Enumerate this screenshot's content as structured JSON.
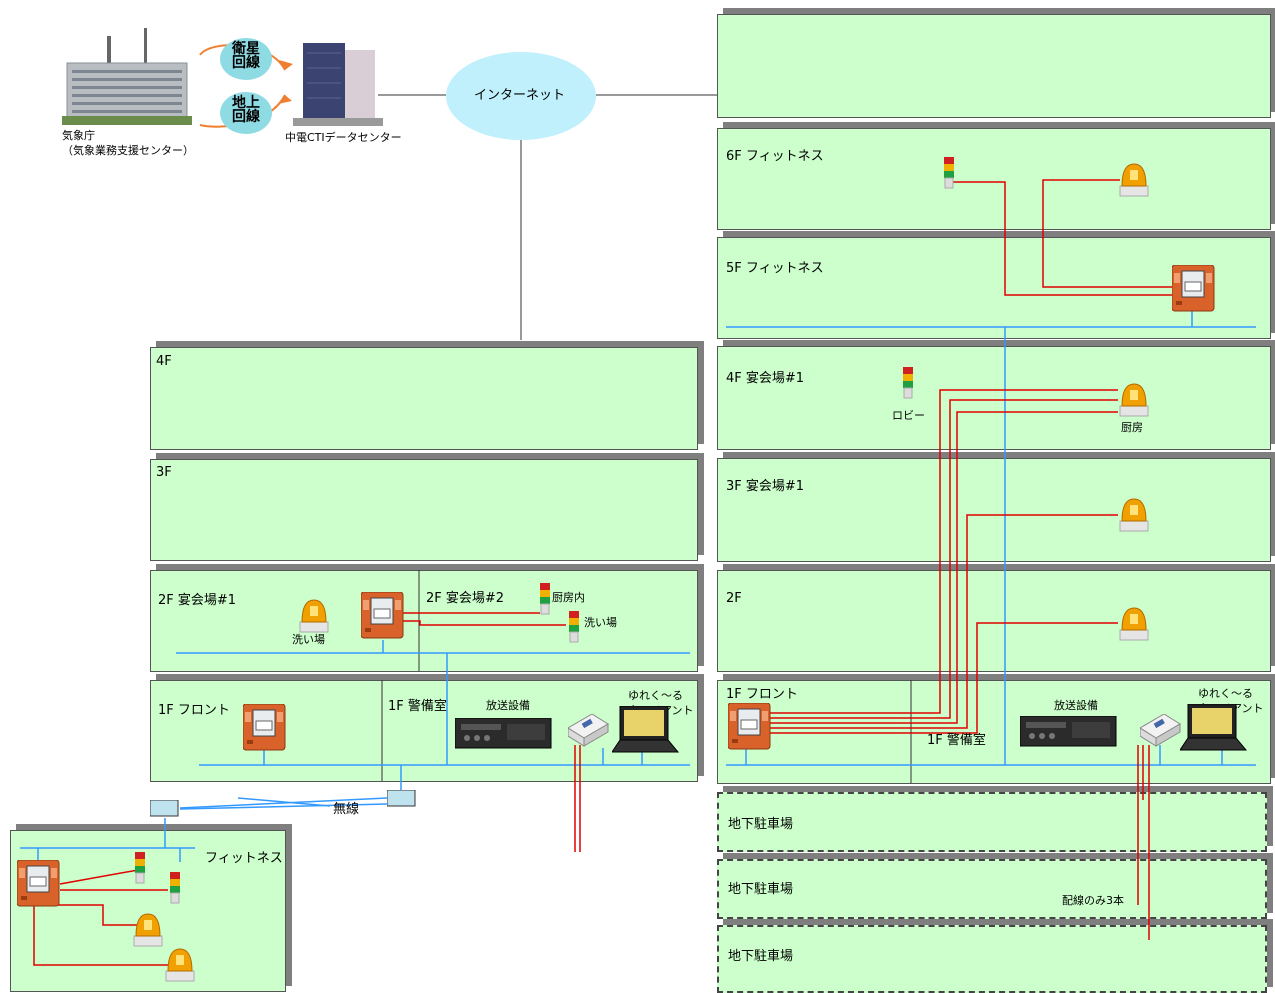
{
  "top": {
    "jma_label_1": "気象庁",
    "jma_label_2": "（気象業務支援センター）",
    "satellite_line_1": "衛星",
    "satellite_line_2": "回線",
    "ground_line_1": "地上",
    "ground_line_2": "回線",
    "datacenter": "中電CTIデータセンター",
    "internet": "インターネット"
  },
  "left_building": {
    "floor_4": "4F",
    "floor_3": "3F",
    "floor_2a": "2F 宴会場#1",
    "floor_2b": "2F 宴会場#2",
    "wash_a": "洗い場",
    "kitchen_in": "厨房内",
    "wash_b": "洗い場",
    "front": "1F フロント",
    "guard": "1F 警備室",
    "broadcast": "放送設備",
    "client_1": "ゆれく～る",
    "client_2": "クライアント",
    "wireless": "無線",
    "fitness": "フィットネス"
  },
  "right_building": {
    "fitness_6f": "6F フィットネス",
    "fitness_5f": "5F フィットネス",
    "hall_4f": "4F 宴会場#1",
    "lobby": "ロビー",
    "kitchen": "厨房",
    "hall_3f": "3F 宴会場#1",
    "floor_2f": "2F",
    "front": "1F フロント",
    "guard": "1F 警備室",
    "broadcast": "放送設備",
    "client_1": "ゆれく～る",
    "client_2": "クライアント",
    "parking_1": "地下駐車場",
    "parking_2": "地下駐車場",
    "parking_3": "地下駐車場",
    "wiring_note": "配線のみ3本"
  },
  "colors": {
    "floor_fill": "#ccffcc",
    "wire_red": "#e00000",
    "lan_blue": "#3399ff"
  }
}
